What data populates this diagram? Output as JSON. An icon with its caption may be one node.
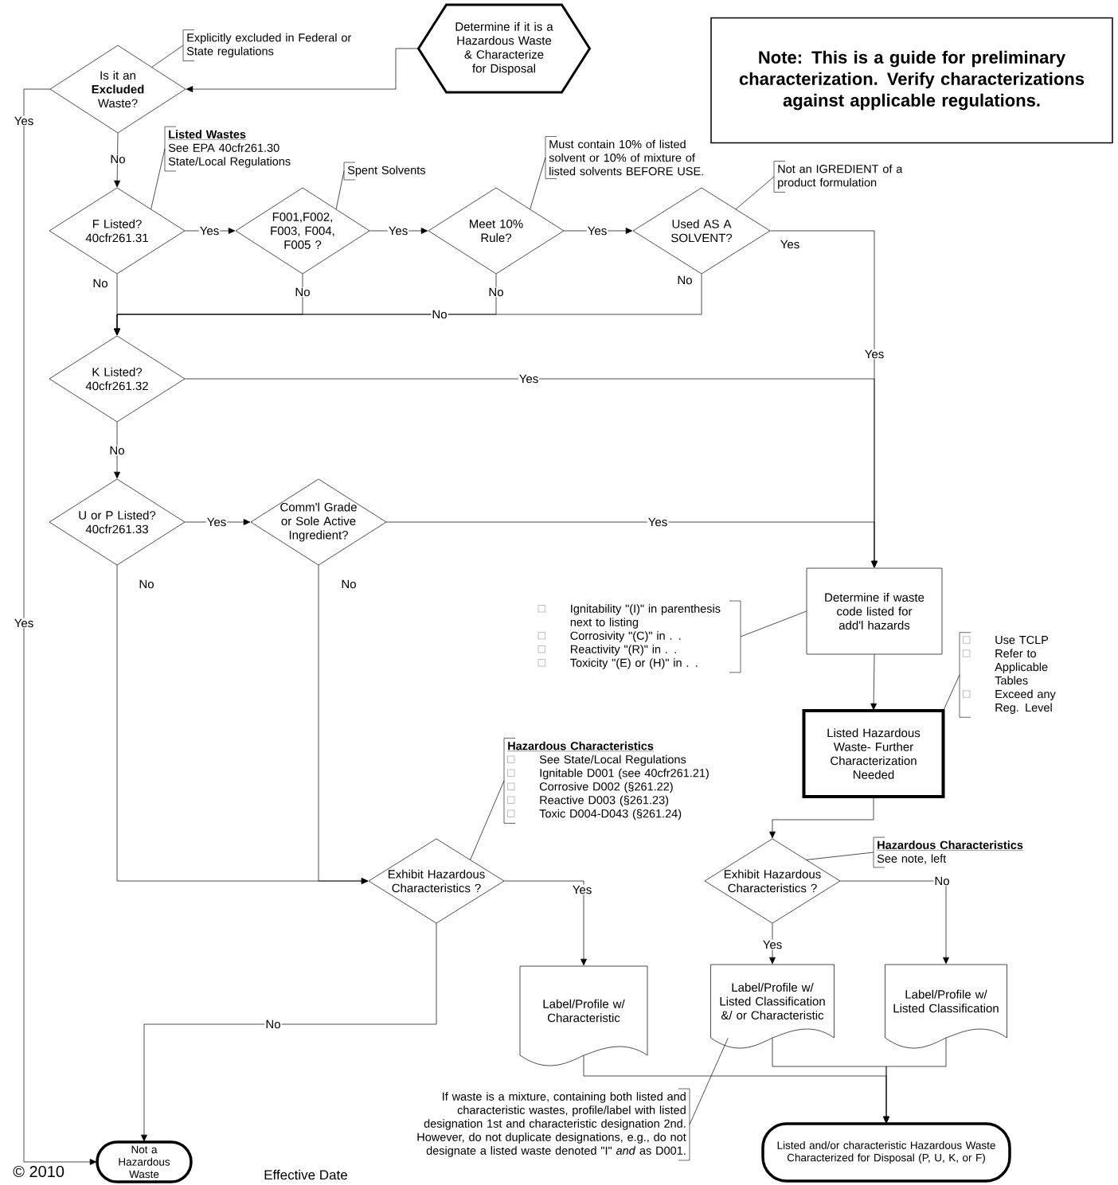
{
  "diagram": {
    "nodes": [
      {
        "text": [
          "Determine if it is a Hazardous Waste & Characterize for Disposal"
        ]
      },
      {
        "text": [
          "Is it an **Excluded** Waste?"
        ]
      },
      {
        "text": [
          "Explicitly excluded in Federal or State regulations"
        ]
      },
      {
        "text": [
          "F Listed? 40cfr261.31"
        ]
      },
      {
        "text": [
          "Listed Wastes",
          "See EPA 40cfr261.30 State/Local Regulations"
        ]
      },
      {
        "text": [
          "F001,F002, F003, F004, F005 ?"
        ]
      },
      {
        "text": [
          "Spent Solvents"
        ]
      },
      {
        "text": [
          "Meet 10% Rule?"
        ]
      },
      {
        "text": [
          "Must contain 10% of listed solvent or 10% of mixture of listed solvents BEFORE USE."
        ]
      },
      {
        "text": [
          "Used AS A SOLVENT?"
        ]
      },
      {
        "text": [
          "Not an IGREDIENT of a product formulation"
        ]
      },
      {
        "text": [
          "K Listed? 40cfr261.32"
        ]
      },
      {
        "text": [
          "U or P Listed? 40cfr261.33"
        ]
      },
      {
        "text": [
          "Comm'l Grade or Sole Active Ingredient?"
        ]
      },
      {
        "text": [
          "Determine if waste code listed for add'l hazards"
        ]
      },
      {
        "text": [
          "Ignitability \"(I)\" in parenthesis next to listing",
          "Corrosivity \"(C)\" in . .",
          "Reactivity \"(R)\" in . .",
          "Toxicity \"(E) or (H)\" in . ."
        ]
      },
      {
        "text": [
          "Listed Hazardous Waste- Further Characterization Needed"
        ]
      },
      {
        "text": [
          "Use TCLP",
          "Refer to Applicable Tables",
          "Exceed any Reg. Level"
        ]
      },
      {
        "text": [
          "Hazardous Characteristics",
          "See State/Local Regulations",
          "Ignitable D001 (see 40cfr261.21)",
          "Corrosive D002 (§261.22)",
          "Reactive D003 (§261.23)",
          "Toxic D004-D043 (§261.24)"
        ]
      },
      {
        "text": [
          "Exhibit Hazardous Characteristics ?"
        ]
      },
      {
        "text": [
          "Exhibit Hazardous Characteristics ?"
        ]
      },
      {
        "text": [
          "Hazardous Characteristics",
          "See note, left"
        ]
      },
      {
        "text": [
          "Label/Profile w/ Characteristic"
        ]
      },
      {
        "text": [
          "Label/Profile w/ Listed Classification &/ or Characteristic"
        ]
      },
      {
        "text": [
          "Label/Profile w/ Listed Classification"
        ]
      },
      {
        "text": [
          "If waste is a mixture, containing both listed and characteristic wastes, profile/label with listed designation 1st and characteristic designation 2nd. However, do not duplicate designations, e.g., do not designate a listed waste denoted \"I\" *and* as D001."
        ]
      },
      {
        "text": [
          "Not a Hazardous Waste"
        ]
      },
      {
        "text": [
          "Listed and/or characteristic Hazardous Waste Characterized for Disposal (P, U, K, or F)"
        ]
      },
      {
        "text": [
          "Note: This is a guide for preliminary characterization. Verify characterizations against applicable regulations."
        ]
      }
    ],
    "edges": [
      {
        "from": 0,
        "to": 1,
        "arrow": "to"
      },
      {
        "from": 1,
        "to": 3,
        "arrow": "to",
        "label": "No"
      },
      {
        "from": 1,
        "to": 26,
        "arrow": "to",
        "label": "Yes"
      },
      {
        "from": 3,
        "to": 5,
        "arrow": "to",
        "label": "Yes"
      },
      {
        "from": 5,
        "to": 7,
        "arrow": "to",
        "label": "Yes"
      },
      {
        "from": 7,
        "to": 9,
        "arrow": "to",
        "label": "Yes"
      },
      {
        "from": 3,
        "to": 11,
        "arrow": "to",
        "label": "No"
      },
      {
        "from": 5,
        "to": 11,
        "arrow": "to",
        "label": "No"
      },
      {
        "from": 7,
        "to": 11,
        "arrow": "to",
        "label": "No"
      },
      {
        "from": 9,
        "to": 11,
        "arrow": "to",
        "label": "No"
      },
      {
        "from": 9,
        "to": 14,
        "arrow": "to",
        "label": "Yes"
      },
      {
        "from": 11,
        "to": 14,
        "arrow": "to",
        "label": "Yes"
      },
      {
        "from": 11,
        "to": 12,
        "arrow": "to",
        "label": "No"
      },
      {
        "from": 12,
        "to": 13,
        "arrow": "to",
        "label": "Yes"
      },
      {
        "from": 13,
        "to": 14,
        "arrow": "to",
        "label": "Yes"
      },
      {
        "from": 12,
        "to": 19,
        "arrow": "to",
        "label": "No"
      },
      {
        "from": 13,
        "to": 19,
        "arrow": "to",
        "label": "No"
      },
      {
        "from": 14,
        "to": 16,
        "arrow": "to"
      },
      {
        "from": 16,
        "to": 20,
        "arrow": "to"
      },
      {
        "from": 19,
        "to": 22,
        "arrow": "to",
        "label": "Yes"
      },
      {
        "from": 19,
        "to": 26,
        "arrow": "to",
        "label": "No"
      },
      {
        "from": 20,
        "to": 23,
        "arrow": "to",
        "label": "Yes"
      },
      {
        "from": 20,
        "to": 24,
        "arrow": "to",
        "label": "No"
      },
      {
        "from": 22,
        "to": 27,
        "arrow": "to"
      },
      {
        "from": 23,
        "to": 27,
        "arrow": "to"
      },
      {
        "from": 24,
        "to": 27,
        "arrow": "to"
      },
      {
        "from": 2,
        "to": 1,
        "arrow": "none"
      },
      {
        "from": 4,
        "to": 3,
        "arrow": "none"
      },
      {
        "from": 6,
        "to": 5,
        "arrow": "none"
      },
      {
        "from": 8,
        "to": 7,
        "arrow": "none"
      },
      {
        "from": 10,
        "to": 9,
        "arrow": "none"
      },
      {
        "from": 15,
        "to": 14,
        "arrow": "none"
      },
      {
        "from": 17,
        "to": 16,
        "arrow": "none"
      },
      {
        "from": 18,
        "to": 19,
        "arrow": "none"
      },
      {
        "from": 21,
        "to": 20,
        "arrow": "none"
      },
      {
        "from": 25,
        "to": 23,
        "arrow": "none"
      }
    ],
    "labels": [
      "Yes",
      "No",
      "Yes",
      "© 2010",
      "Effective Date"
    ]
  }
}
